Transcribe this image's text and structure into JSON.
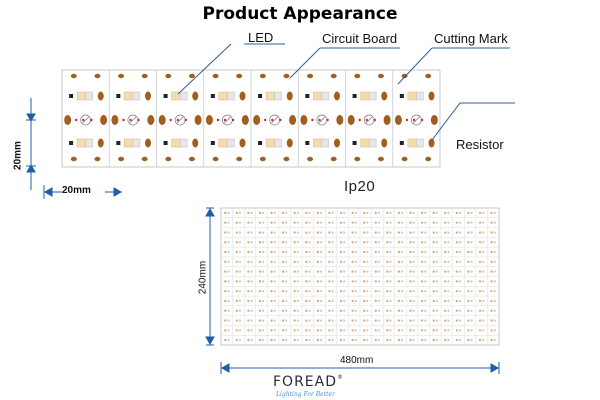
{
  "title": "Product Appearance",
  "callouts": {
    "led": "LED",
    "circuit_board": "Circuit Board",
    "cutting_mark": "Cutting Mark",
    "resistor": "Resistor"
  },
  "rating": "Ip20",
  "dimensions": {
    "strip_height": "20mm",
    "strip_width": "20mm",
    "panel_height": "240mm",
    "panel_width": "480mm"
  },
  "brand": {
    "logo": "FOREAD",
    "registered": "®",
    "slogan": "Lighting For Better"
  },
  "colors": {
    "board": "#ffffff",
    "grid_line": "#c9c9c9",
    "copper": "#a15e1e",
    "led_warm": "#f3dcb0",
    "led_cool": "#e7e7e7",
    "callout_line": "#2f5f93",
    "dim_arrow": "#1f5fa8"
  }
}
